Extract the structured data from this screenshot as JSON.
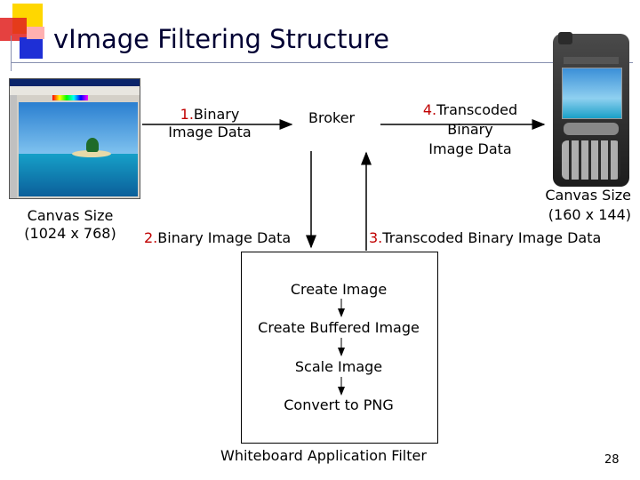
{
  "title": {
    "bullet": "v",
    "text": "Image Filtering Structure"
  },
  "labels": {
    "binary_1_num": "1.",
    "binary_1_a": "Binary",
    "binary_1_b": "Image Data",
    "broker": "Broker",
    "transcoded_4_num": "4.",
    "transcoded_4_a": "Transcoded",
    "transcoded_4_b": "Binary",
    "transcoded_4_c": "Image Data",
    "canvas_left_a": "Canvas Size",
    "canvas_left_b": "(1024 x 768)",
    "canvas_right_a": "Canvas Size",
    "canvas_right_b": "(160 x 144)",
    "binary_2_num": "2.",
    "binary_2_text": "Binary Image Data",
    "transcoded_3_num": "3.",
    "transcoded_3_text": "Transcoded Binary Image Data"
  },
  "filter_box": {
    "steps": [
      "Create Image",
      "Create Buffered Image",
      "Scale Image",
      "Convert to PNG"
    ],
    "caption": "Whiteboard Application Filter"
  },
  "page_number": "28",
  "colors": {
    "title": "#000033",
    "step_numbers": "#c00000",
    "accent_yellow": "#ffd700",
    "accent_blue": "#1e2fd6",
    "accent_red": "#e0201e"
  }
}
